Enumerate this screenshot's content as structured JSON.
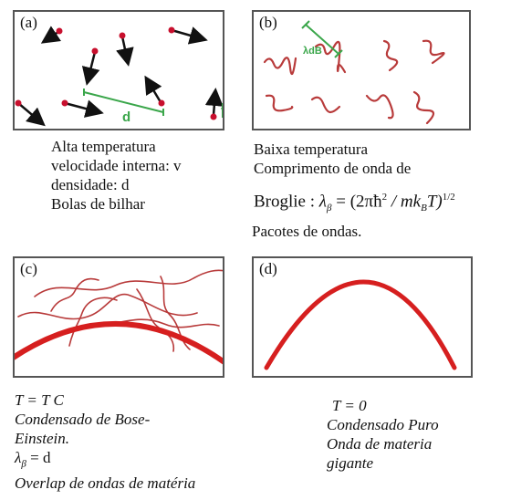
{
  "panel_a": {
    "tag": "(a)",
    "label_d": "d",
    "label_v": "v",
    "captions": [
      "Alta temperatura",
      "velocidade interna: v",
      "densidade: d",
      "Bolas de bilhar"
    ]
  },
  "panel_b": {
    "tag": "(b)",
    "label_lambda": "λdB",
    "captions": [
      "Baixa temperatura",
      "Comprimento de onda de"
    ],
    "formula_prefix": "Broglie : ",
    "formula_lambda": "λ",
    "formula_sub": "β",
    "formula_mid": " = (2πħ",
    "formula_sq": "2",
    "formula_rest": " / mk",
    "formula_sub2": "B",
    "formula_end": "T)",
    "formula_exp": "1/2",
    "caption_last": "Pacotes de ondas."
  },
  "panel_c": {
    "tag": "(c)",
    "captions": [
      "T = T C",
      "Condensado de Bose-",
      "Einstein."
    ],
    "lambda": "λ",
    "lambda_sub": "β",
    "lambda_eq": " = d",
    "caption_last": "Overlap de ondas de matéria"
  },
  "panel_d": {
    "tag": "(d)",
    "captions": [
      "T = 0",
      "Condensado Puro",
      "Onda de materia",
      "gigante"
    ]
  },
  "colors": {
    "particle": "#c8102e",
    "arrow": "#111111",
    "green": "#3aa64a",
    "wave": "#b83a3a",
    "crest": "#d61f1f"
  }
}
